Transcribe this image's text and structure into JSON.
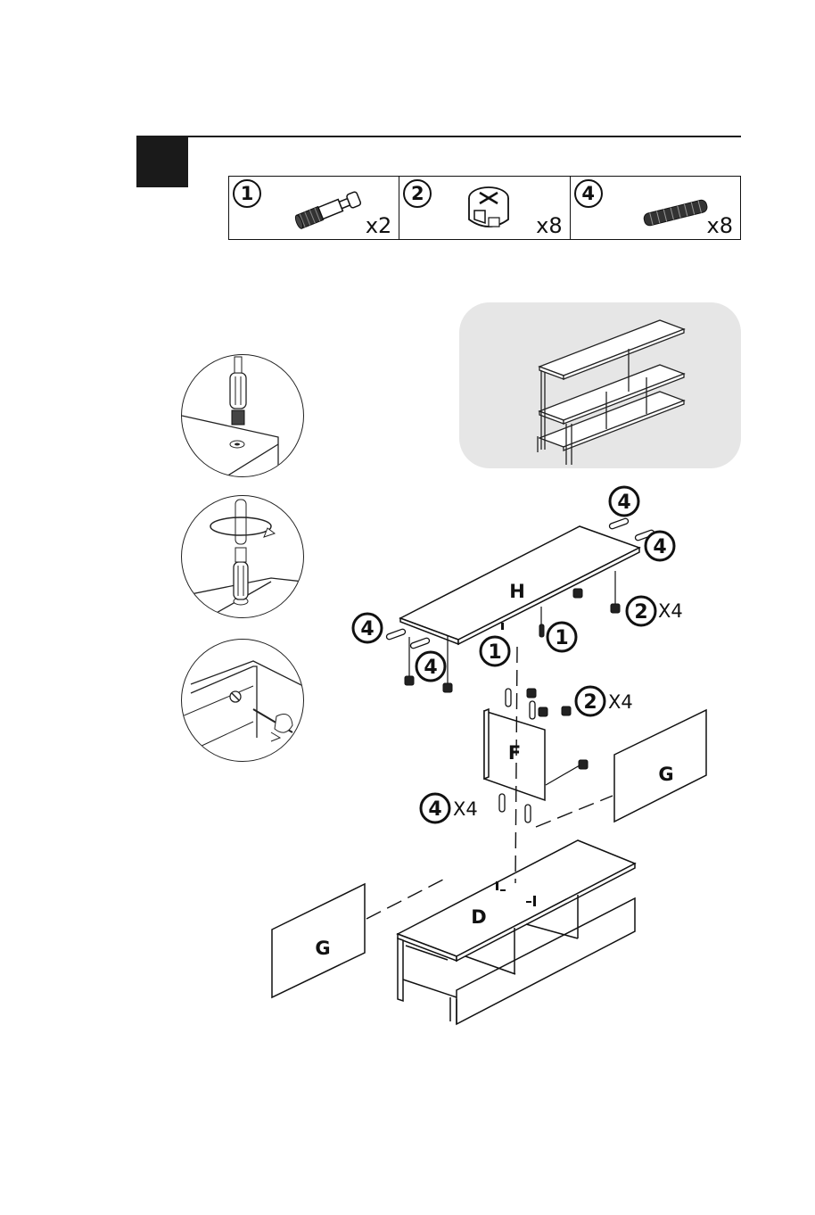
{
  "parts": [
    {
      "number": "1",
      "qty": "x2",
      "icon": "cam-bolt-icon"
    },
    {
      "number": "2",
      "qty": "x8",
      "icon": "cam-lock-icon"
    },
    {
      "number": "4",
      "qty": "x8",
      "icon": "wood-dowel-icon"
    }
  ],
  "diagram": {
    "callouts": {
      "dowel_top_right_a": "4",
      "dowel_top_right_b": "4",
      "cam_top_right": "2",
      "cam_top_right_qty": "X4",
      "dowel_left": "4",
      "dowel_left_inner": "4",
      "bolt_left": "1",
      "bolt_right": "1",
      "cam_f": "2",
      "cam_f_qty": "X4",
      "dowel_f": "4",
      "dowel_f_qty": "X4"
    },
    "panels": {
      "H": "H",
      "F": "F",
      "G_right": "G",
      "G_left": "G",
      "D": "D"
    }
  }
}
